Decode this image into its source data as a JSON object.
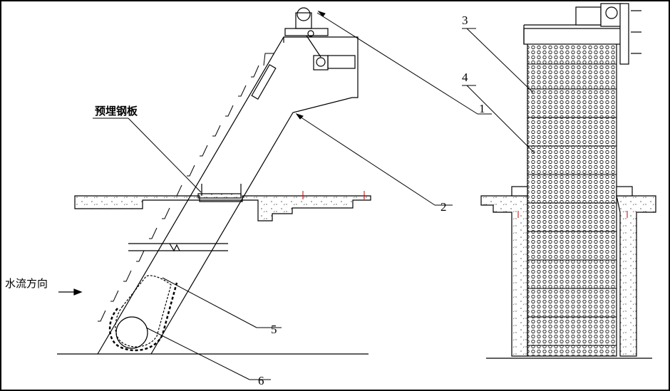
{
  "diagram": {
    "labels": {
      "embedded_plate": "预埋钢板",
      "flow_direction": "水流方向",
      "callout_1": "1",
      "callout_2": "2",
      "callout_3": "3",
      "callout_4": "4",
      "callout_5": "5",
      "callout_6": "6"
    },
    "colors": {
      "line": "#000000",
      "concrete_dots": "#555555",
      "anchor_red": "#cc0000",
      "background": "#ffffff"
    }
  }
}
